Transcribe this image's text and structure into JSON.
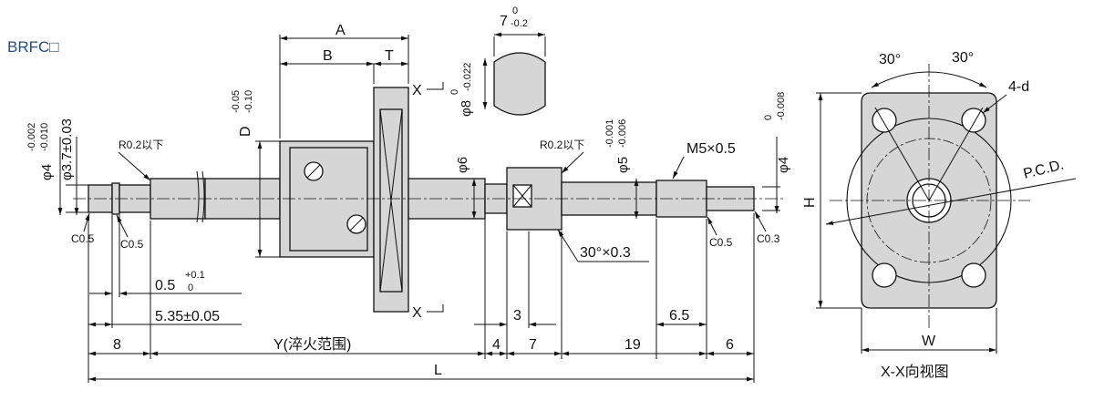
{
  "model_label": "BRFC□",
  "top": {
    "A": "A",
    "B": "B",
    "T": "T",
    "hex_width": "7",
    "hex_width_upper": "0",
    "hex_width_lower": "-0.2",
    "hex_dia": "φ8",
    "hex_dia_upper": "0",
    "hex_dia_lower": "-0.022"
  },
  "left": {
    "phi4": "φ4",
    "phi4_upper": "-0.002",
    "phi4_lower": "-0.010",
    "phi37": "φ3.7±0.03",
    "D": "D",
    "D_upper": "-0.05",
    "D_lower": "-0.10",
    "r02": "R0.2以下",
    "c05a": "C0.5",
    "c05b": "C0.5",
    "gap": "0.5",
    "gap_upper": "+0.1",
    "gap_lower": "0",
    "len535": "5.35±0.05"
  },
  "section": {
    "x_top": "X",
    "x_bottom": "X"
  },
  "right": {
    "phi6": "φ6",
    "r02": "R0.2以下",
    "phi5": "φ5",
    "phi5_upper": "-0.001",
    "phi5_lower": "-0.006",
    "thread": "M5×0.5",
    "phi4": "φ4",
    "phi4_upper": "0",
    "phi4_lower": "-0.008",
    "chamfer": "30°×0.3",
    "c05": "C0.5",
    "c03": "C0.3"
  },
  "bottom": {
    "d8": "8",
    "dY": "Y(淬火范围)",
    "d4": "4",
    "d3": "3",
    "d7": "7",
    "d19": "19",
    "d65": "6.5",
    "d6": "6",
    "L": "L"
  },
  "view": {
    "angle_left": "30°",
    "angle_right": "30°",
    "holes": "4-d",
    "pcd": "P.C.D.",
    "H": "H",
    "W": "W",
    "caption": "X-X向视图"
  }
}
